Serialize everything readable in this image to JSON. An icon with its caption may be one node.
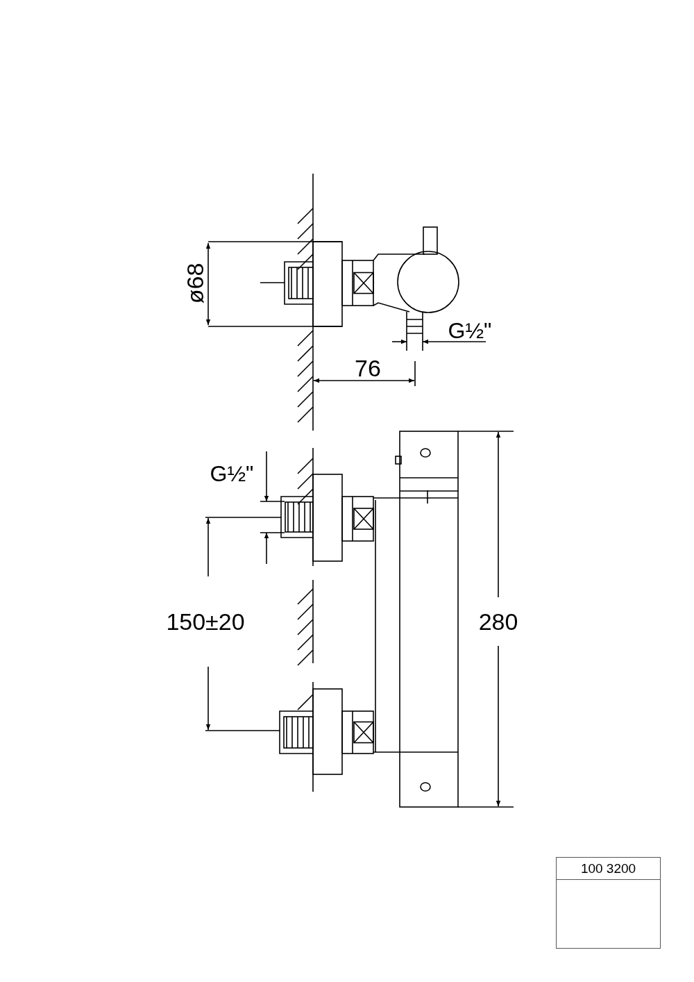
{
  "diagram": {
    "labels": [
      "ø68",
      "G½\"",
      "76",
      "G½\"",
      "150±20",
      "280",
      "100 3200"
    ]
  }
}
